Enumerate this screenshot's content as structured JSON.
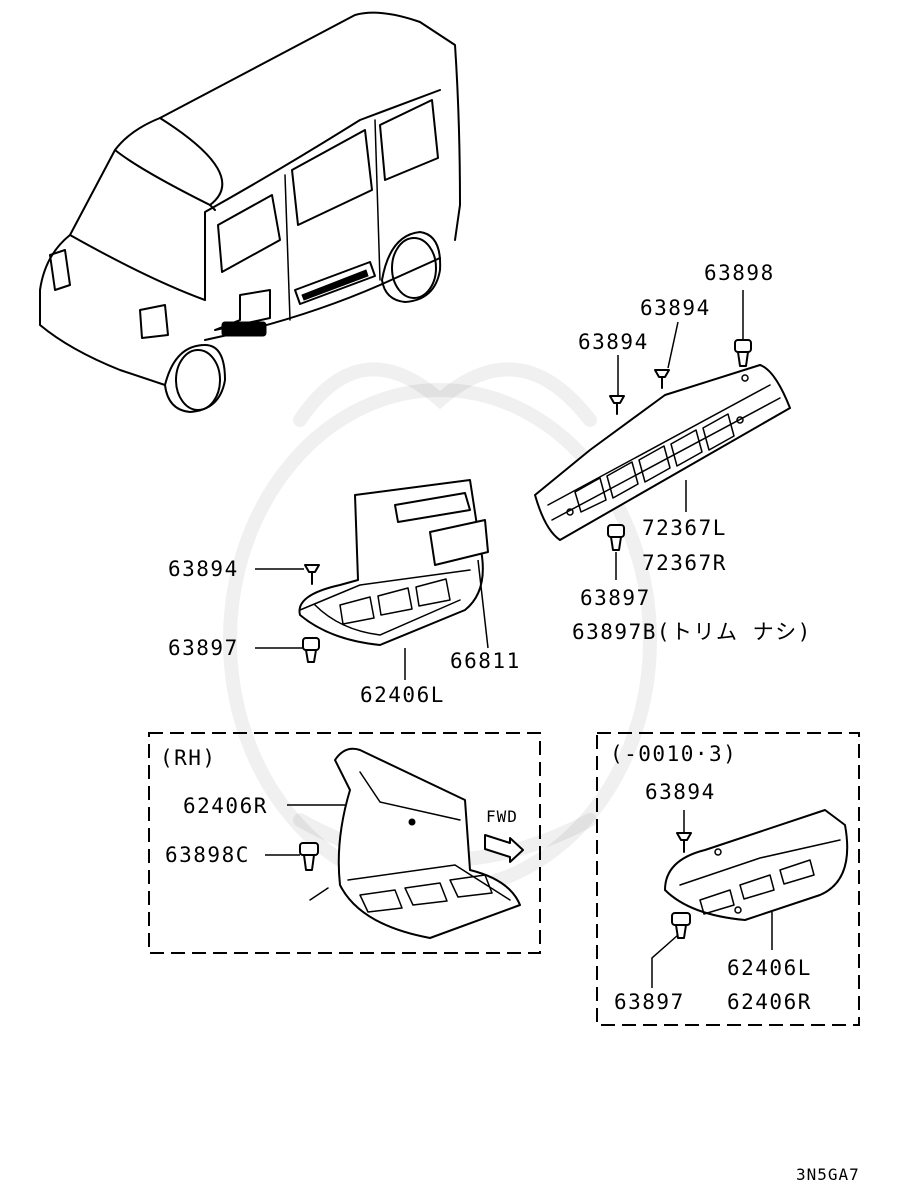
{
  "diagram_code": "3N5GA7",
  "callouts": {
    "top_right": [
      "63898",
      "63894",
      "63894",
      "72367L",
      "72367R",
      "63897",
      "63897B(トリム ナシ)"
    ],
    "middle_left": [
      "63894",
      "63897",
      "66811",
      "62406L"
    ],
    "rh_box": [
      "62406R",
      "63898C"
    ],
    "variant_box": [
      "63894",
      "62406L",
      "62406R",
      "63897"
    ]
  },
  "boxes": {
    "rh": {
      "title": "(RH)",
      "direction_label": "FWD"
    },
    "variant": {
      "title": "(-0010·3)"
    }
  },
  "icons": [
    "van-illustration",
    "scuff-plate-rear",
    "scuff-plate-front-left",
    "scuff-plate-front-right",
    "screw-icon",
    "clip-icon",
    "arrow-right-icon"
  ]
}
